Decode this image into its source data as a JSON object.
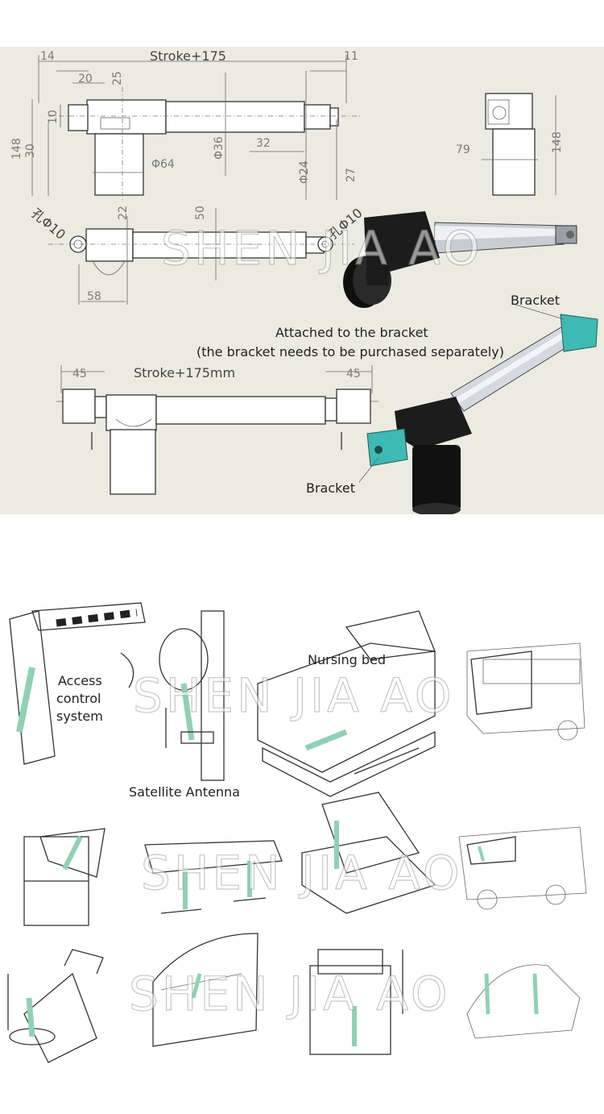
{
  "drawing": {
    "stroke_top": "Stroke+175",
    "dims_top": [
      "14",
      "20",
      "25",
      "10",
      "148",
      "30",
      "11",
      "Φ64",
      "Φ36",
      "32",
      "Φ24",
      "27"
    ],
    "dims_side": [
      "79",
      "148"
    ],
    "dims_bottom": [
      "孔Φ10",
      "22",
      "50",
      "孔Φ10",
      "58"
    ],
    "stroke_bracket": "Stroke+175mm",
    "dims_bracket": [
      "45",
      "45"
    ],
    "bracket_label_top": "Bracket",
    "attached_line1": "Attached to the bracket",
    "attached_line2": "(the bracket needs to be purchased separately)",
    "bracket_label_bottom": "Bracket",
    "watermark": "SHEN JIA AO"
  },
  "applications": {
    "access_control": [
      "Access",
      "control",
      "system"
    ],
    "satellite": "Satellite Antenna",
    "nursing_bed": "Nursing bed",
    "watermark": "SHEN JIA AO"
  },
  "colors": {
    "drawing_bg": "#ecebe1",
    "actuator_accent": "#8fd1b4",
    "bracket_accent": "#3fb9b4"
  }
}
